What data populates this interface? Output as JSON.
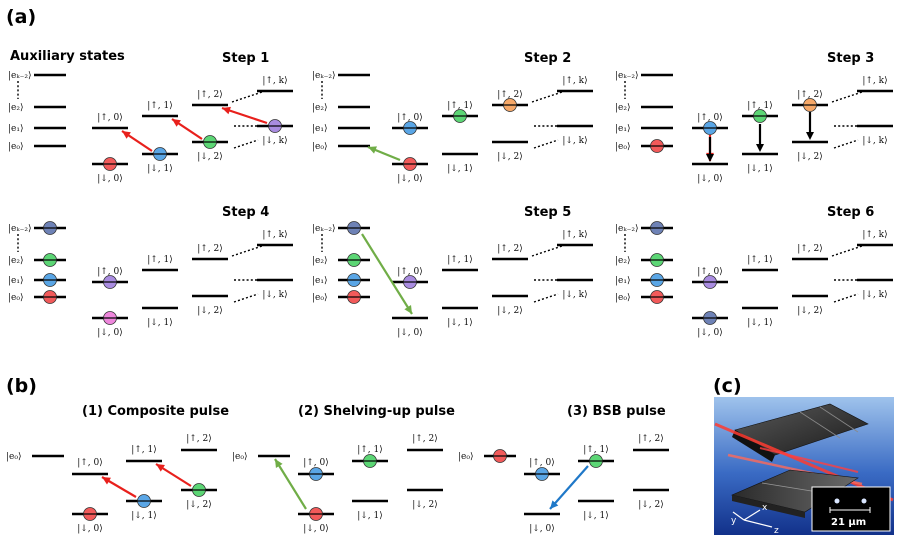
{
  "panels": {
    "a": "(a)",
    "b": "(b)",
    "c": "(c)"
  },
  "aux_title": "Auxiliary states",
  "steps": [
    "Step 1",
    "Step 2",
    "Step 3",
    "Step 4",
    "Step 5",
    "Step 6"
  ],
  "b_titles": [
    "(1) Composite pulse",
    "(2) Shelving-up pulse",
    "(3) BSB pulse"
  ],
  "kets": {
    "ek2": "|eₖ₋₂⟩",
    "e2": "|e₂⟩",
    "e1": "|e₁⟩",
    "e0": "|e₀⟩",
    "up0": "|↑, 0⟩",
    "up1": "|↑, 1⟩",
    "up2": "|↑, 2⟩",
    "upk": "|↑, k⟩",
    "dn0": "|↓, 0⟩",
    "dn1": "|↓, 1⟩",
    "dn2": "|↓, 2⟩",
    "dnk": "|↓, k⟩"
  },
  "scale_bar": "21 μm",
  "axes": {
    "x": "x",
    "y": "y",
    "z": "z"
  },
  "colors": {
    "red": "#f25a5a",
    "blue": "#5aa6e6",
    "green": "#5cd675",
    "purple": "#a98ce0",
    "orange": "#f6a868",
    "pink": "#ee86dc",
    "navy": "#6e82b6",
    "arrow_red": "#e8201c",
    "arrow_green": "#70ad47",
    "arrow_blue": "#1f78c8"
  }
}
